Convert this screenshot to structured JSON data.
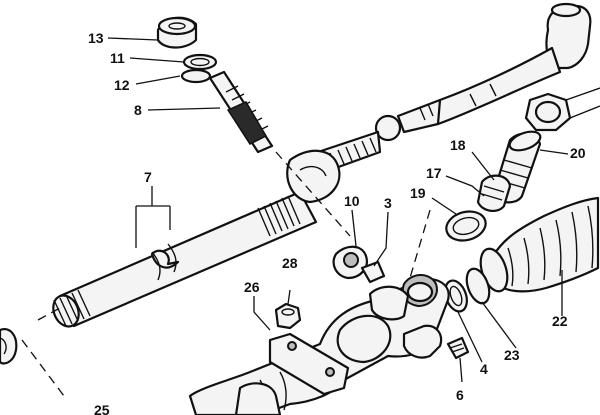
{
  "callouts": {
    "c13": "13",
    "c11": "11",
    "c12": "12",
    "c8": "8",
    "c7": "7",
    "c10": "10",
    "c3": "3",
    "c18": "18",
    "c17": "17",
    "c19": "19",
    "c20": "20",
    "c28": "28",
    "c26": "26",
    "c22": "22",
    "c23": "23",
    "c4": "4",
    "c6": "6",
    "c25": "25"
  }
}
